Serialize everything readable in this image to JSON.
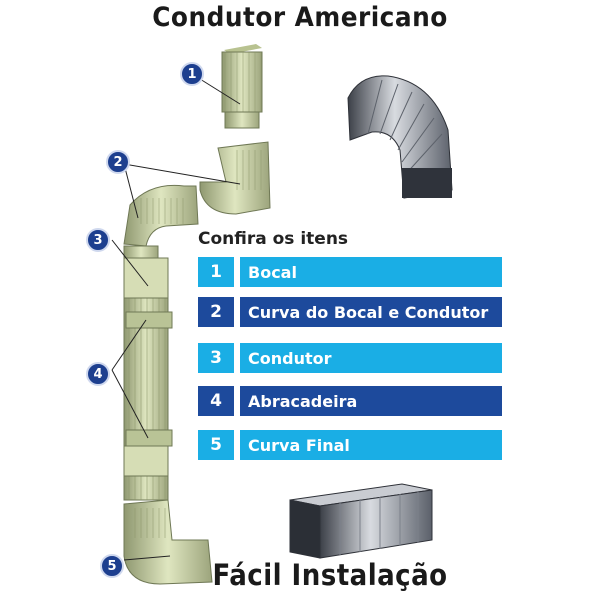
{
  "title": "Condutor Americano",
  "footer": "Fácil Instalação",
  "list_heading": "Confira os itens",
  "items": [
    {
      "num": "1",
      "label": "Bocal"
    },
    {
      "num": "2",
      "label": "Curva do Bocal e Condutor"
    },
    {
      "num": "3",
      "label": "Condutor"
    },
    {
      "num": "4",
      "label": "Abracadeira"
    },
    {
      "num": "5",
      "label": "Curva Final"
    }
  ],
  "callouts": [
    "1",
    "2",
    "3",
    "4",
    "5"
  ],
  "colors": {
    "light_blue": "#1aaee5",
    "dark_blue": "#1d4a9c",
    "pipe_green": "#c9d3a4",
    "metal_gray": "#a9adb5"
  }
}
